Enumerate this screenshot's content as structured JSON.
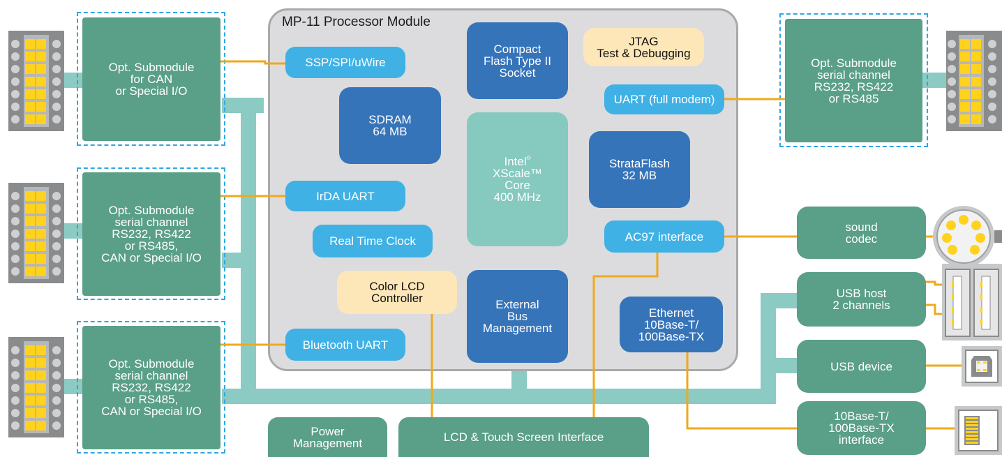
{
  "module": {
    "title": "MP-11 Processor Module"
  },
  "submodules": {
    "can": "Opt. Submodule\nfor CAN\nor Special I/O",
    "serial_mid": "Opt. Submodule\nserial channel\nRS232, RS422\nor RS485,\nCAN or Special I/O",
    "serial_bottom": "Opt. Submodule\nserial channel\nRS232, RS422\nor RS485,\nCAN or Special I/O",
    "serial_right": "Opt. Submodule\nserial channel\nRS232, RS422\nor RS485"
  },
  "interfaces": {
    "ssp": "SSP/SPI/uWire",
    "irda": "IrDA UART",
    "rtc": "Real Time Clock",
    "bluetooth": "Bluetooth UART",
    "uart_modem": "UART (full modem)",
    "ac97": "AC97 interface"
  },
  "blocks": {
    "sdram": "SDRAM\n64 MB",
    "compact_flash": "Compact\nFlash Type II\nSocket",
    "jtag": "JTAG\nTest & Debugging",
    "cpu_brand": "Intel",
    "cpu_reg": "®",
    "cpu_rest": "XScale™\nCore\n400 MHz",
    "strataflash": "StrataFlash\n32 MB",
    "lcd_controller": "Color LCD\nController",
    "ext_bus": "External\nBus\nManagement",
    "ethernet": "Ethernet\n10Base-T/\n100Base-TX"
  },
  "peripherals": {
    "sound": "sound\ncodec",
    "usb_host": "USB host\n2 channels",
    "usb_device": "USB device",
    "eth_if": "10Base-T/\n100Base-TX\ninterface",
    "power": "Power\nManagement",
    "lcd_touch": "LCD & Touch Screen Interface"
  },
  "colors": {
    "teal": "#5a9f87",
    "bus": "#8ccbc4",
    "dark_blue": "#3674b9",
    "light_blue": "#3fb1e5",
    "cream": "#fde7b8",
    "orange_line": "#f0a81c",
    "dashed": "#2ea6e3",
    "module_bg": "#dcdcde"
  }
}
